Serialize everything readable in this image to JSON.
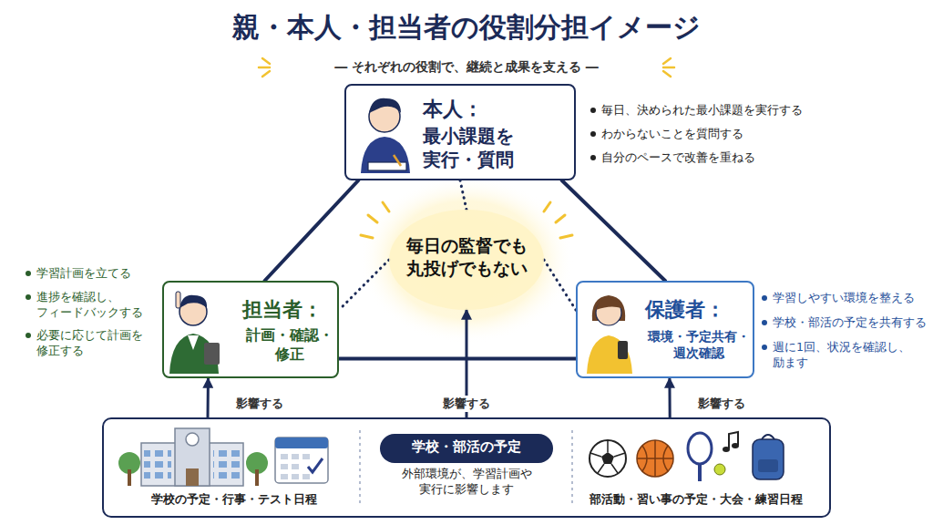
{
  "diagram": {
    "title": "親・本人・担当者の役割分担イメージ",
    "caption": "― それぞれの役割で、継続と成果を支える ―",
    "nodes": [
      {
        "text": [
          "本人：",
          "最小課題を 実行・質問"
        ]
      },
      {
        "text": [
          "毎日の監督でも 丸投げでもない"
        ]
      },
      {
        "text": [
          "担当者：",
          "計画・確認・ 修正"
        ]
      },
      {
        "text": [
          "保護者：",
          "環境・予定共有・ 週次確認"
        ]
      },
      {
        "text": [
          "学校の予定・行事・テスト日程",
          "外部環境が、学習計画や 実行に影響します",
          "部活動・習い事の予定・大会・練習日程"
        ]
      },
      {
        "text": [
          "学校・部活の予定"
        ],
        "in": 4
      }
    ],
    "edges": [
      {
        "from": 0,
        "to": 2,
        "arrow": "none"
      },
      {
        "from": 0,
        "to": 3,
        "arrow": "none"
      },
      {
        "from": 2,
        "to": 3,
        "arrow": "none"
      },
      {
        "from": 1,
        "to": 0,
        "arrow": "none"
      },
      {
        "from": 1,
        "to": 2,
        "arrow": "none"
      },
      {
        "from": 1,
        "to": 3,
        "arrow": "none"
      },
      {
        "from": 4,
        "to": 2,
        "label": "影響する",
        "arrow": "to"
      },
      {
        "from": 4,
        "to": 1,
        "label": "影響する",
        "arrow": "to"
      },
      {
        "from": 4,
        "to": 3,
        "label": "影響する",
        "arrow": "to"
      }
    ],
    "labels": [
      "毎日、決められた最小課題を実行する",
      "わからないことを質問する",
      "自分のペースで改善を重ねる",
      "学習計画を立てる",
      "進捗を確認し、 フィードバックする",
      "必要に応じて計画を 修正する",
      "学習しやすい環境を整える",
      "学校・部活の予定を共有する",
      "週に1回、状況を確認し、 励ます"
    ]
  }
}
